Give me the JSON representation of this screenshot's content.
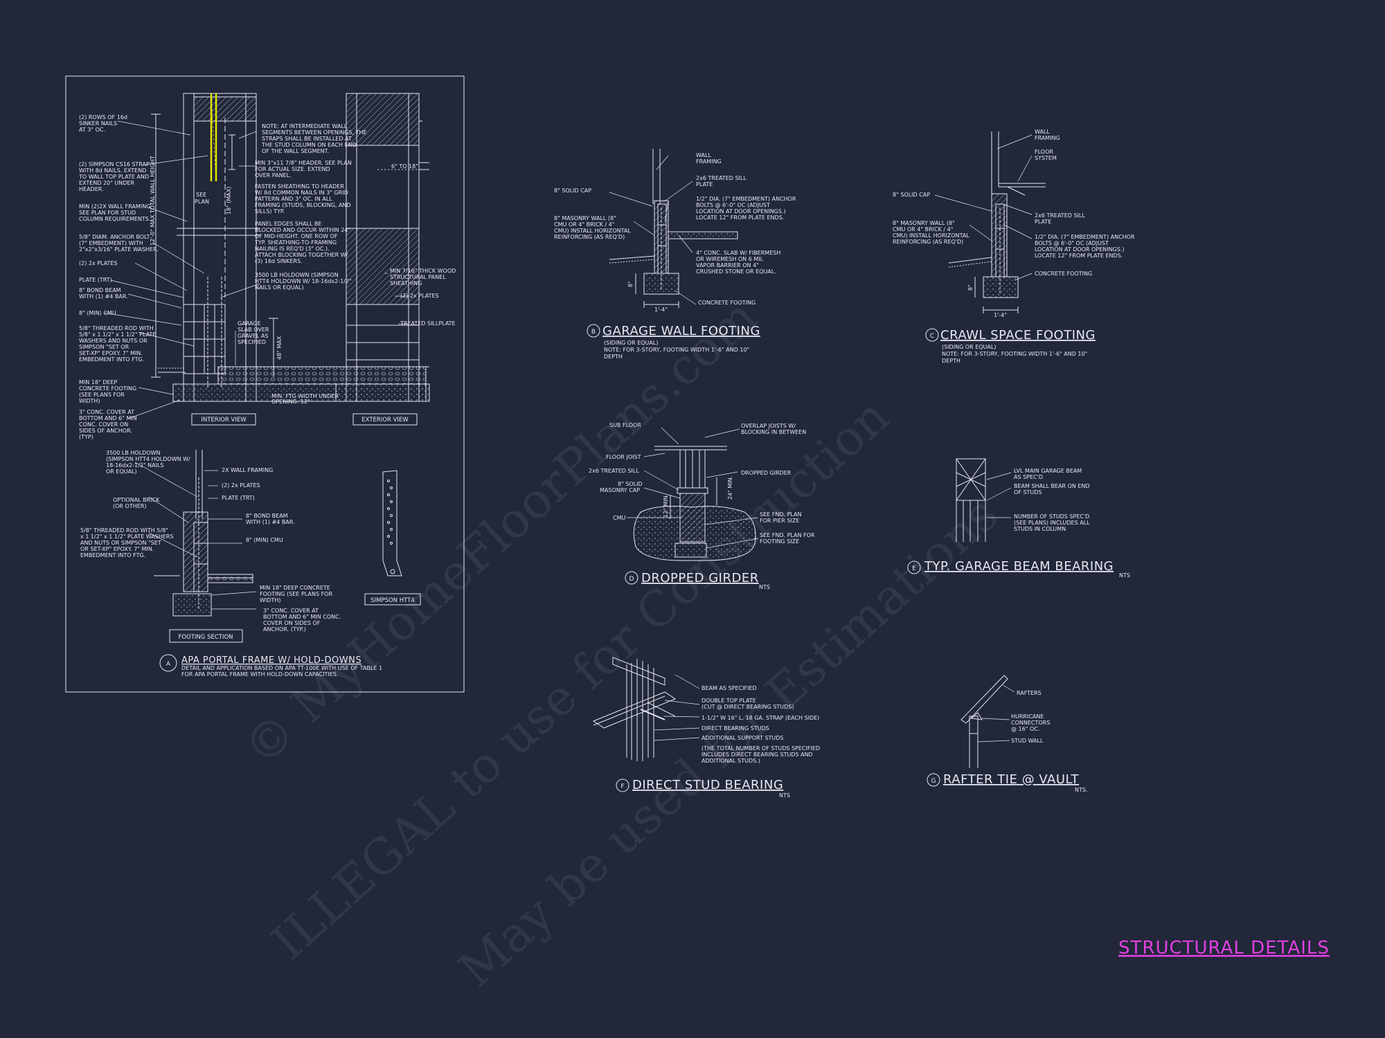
{
  "sheet_title": "STRUCTURAL DETAILS",
  "watermark": [
    "© MyHomeFloorPlans.com",
    "ILLEGAL to use for Construction",
    "May be used for Estimations"
  ],
  "detail_a": {
    "letter": "A",
    "title": "APA PORTAL FRAME W/ HOLD-DOWNS",
    "subtitle": [
      "DETAIL AND APPLICATION BASED ON APA TT-100E WITH USE OF TABLE 1",
      "FOR APA PORTAL FRAME WITH HOLD-DOWN CAPACITIES."
    ],
    "left_notes": [
      [
        "(2) ROWS OF 16d",
        "SINKER NAILS",
        "AT 3\" OC."
      ],
      [
        "(2) SIMPSON CS16 STRAP",
        "WITH 8d NAILS. EXTEND",
        "TO WALL TOP PLATE AND",
        "EXTEND 20\" UNDER",
        "HEADER."
      ],
      [
        "MIN (2)2X WALL FRAMING",
        "SEE PLAN FOR STUD",
        "COLUMN REQUIREMENTS."
      ],
      [
        "5/8\" DIAM. ANCHOR BOLT",
        "(7\" EMBEDMENT) WITH",
        "2\"x2\"x3/16\" PLATE WASHER."
      ],
      [
        "(2) 2x PLATES"
      ],
      [
        "PLATE (TRT)"
      ],
      [
        "8\" BOND BEAM",
        "WITH (1) #4 BAR."
      ],
      [
        "8\" (MIN) CMU"
      ],
      [
        "5/8\" THREADED ROD WITH",
        "5/8\" x 1 1/2\" x 1 1/2\" PLATE",
        "WASHERS AND NUTS OR",
        "SIMPSON \"SET OR",
        "SET-XP\" EPOXY. 7\" MIN.",
        "EMBEDMENT INTO FTG."
      ],
      [
        "MIN 18\" DEEP",
        "CONCRETE FOOTING",
        "(SEE PLANS FOR",
        "WIDTH)"
      ],
      [
        "3\" CONC. COVER AT",
        "BOTTOM AND 6\" MIN",
        "CONC. COVER ON",
        "SIDES OF ANCHOR.",
        "(TYP)"
      ]
    ],
    "mid_notes": [
      [
        "NOTE: AT INTERMEDIATE WALL",
        "SEGMENTS BETWEEN OPENINGS, THE",
        "STRAPS SHALL BE INSTALLED AT",
        "THE STUD COLUMN ON EACH END",
        "OF THE WALL SEGMENT."
      ],
      [
        "MIN 3\"x11 7/8\" HEADER. SEE PLAN",
        "FOR ACTUAL SIZE. EXTEND",
        "OVER PANEL."
      ],
      [
        "FASTEN SHEATHING TO HEADER",
        "W/ 8d COMMON NAILS IN 3\" GRID",
        "PATTERN AND 3\" OC. IN ALL",
        "FRAMING (STUDS, BLOCKING, AND",
        "SILLS) TYP."
      ],
      [
        "PANEL EDGES SHALL BE",
        "BLOCKED AND OCCUR WITHIN 24\"",
        "OF MID-HEIGHT. ONE ROW OF",
        "TYP. SHEATHING-TO-FRAMING",
        "NAILING IS REQ'D (3\" OC.).",
        "ATTACH BLOCKING TOGETHER W/",
        "(3) 16d SINKERS."
      ],
      [
        "3500 LB HOLDOWN (SIMPSON",
        "HTT4 HOLDOWN W/ 18-16dx2-1/2\"",
        "NAILS OR EQUAL)"
      ],
      [
        "GARAGE",
        "SLAB OVER",
        "GRAVEL AS",
        "SPECIFIED"
      ]
    ],
    "see_plan": [
      "SEE",
      "PLAN"
    ],
    "dim_18": "18\" (MAX)",
    "dim_max_height": "12'-0\" MAX TOTAL WALL HEIGHT",
    "dim_48": "48\" MAX",
    "dim_6to18": "6\" TO 18\"",
    "min_ftg": [
      "MIN. FTG WIDTH UNDER",
      "OPENING: 12\""
    ],
    "ext_notes": [
      [
        "MIN 7/16\" THICK WOOD",
        "STRUCTURAL PANEL",
        "SHEATHING"
      ],
      [
        "(2) 2x PLATES"
      ],
      [
        "TREATED SILLPLATE"
      ]
    ],
    "interior_view": "INTERIOR VIEW",
    "exterior_view": "EXTERIOR VIEW",
    "footing_notes_left": [
      [
        "3500 LB HOLDOWN",
        "(SIMPSON HTT4 HOLDOWN W/",
        "18-16dx2-1/2\" NAILS",
        "OR EQUAL)"
      ],
      [
        "OPTIONAL BRICK",
        "(OR OTHER)"
      ],
      [
        "5/8\" THREADED ROD WITH 5/8\"",
        "x 1 1/2\" x 1 1/2\" PLATE WASHERS",
        "AND NUTS OR SIMPSON \"SET",
        "OR SET-XP\" EPOXY. 7\" MIN.",
        "EMBEDMENT INTO FTG."
      ]
    ],
    "footing_notes_right": [
      [
        "2X WALL FRAMING"
      ],
      [
        "(2) 2x PLATES"
      ],
      [
        "PLATE (TRT)"
      ],
      [
        "8\" BOND BEAM",
        "WITH (1) #4 BAR."
      ],
      [
        "8\" (MIN) CMU"
      ],
      [
        "MIN 18\" DEEP CONCRETE",
        "FOOTING (SEE PLANS FOR",
        "WIDTH)"
      ],
      [
        "3\" CONC. COVER AT",
        "BOTTOM AND 6\" MIN CONC.",
        "COVER ON SIDES OF",
        "ANCHOR. (TYP.)"
      ]
    ],
    "footing_section": "FOOTING SECTION",
    "simpson": "SIMPSON HTT4"
  },
  "detail_b": {
    "letter": "B",
    "title": "GARAGE WALL FOOTING",
    "subtitle": [
      "(SIDING OR EQUAL)",
      "NOTE: FOR 3-STORY, FOOTING WIDTH 1'-6\" AND 10\"",
      "DEPTH"
    ],
    "notes_left": [
      [
        "8\" SOLID CAP"
      ],
      [
        "8\" MASONRY WALL (8\"",
        "CMU OR 4\" BRICK / 4\"",
        "CMU) INSTALL HORIZONTAL",
        "REINFORCING (AS REQ'D)"
      ]
    ],
    "notes_right": [
      [
        "WALL",
        "FRAMING"
      ],
      [
        "2x6 TREATED SILL",
        "PLATE"
      ],
      [
        "1/2\" DIA. (7\" EMBEDMENT) ANCHOR",
        "BOLTS @ 6'-0\" OC (ADJUST",
        "LOCATION AT DOOR OPENINGS.)",
        "LOCATE 12\" FROM PLATE ENDS."
      ],
      [
        "4\" CONC. SLAB W/ FIBERMESH",
        "OR WIREMESH ON 6 MIL",
        "VAPOR BARRIER ON 4\"",
        "CRUSHED STONE OR EQUAL."
      ],
      [
        "CONCRETE FOOTING"
      ]
    ],
    "dim_w": "1'-4\"",
    "dim_h": "8\""
  },
  "detail_c": {
    "letter": "C",
    "title": "CRAWL SPACE FOOTING",
    "subtitle": [
      "(SIDING OR EQUAL)",
      "NOTE: FOR 3-STORY, FOOTING WIDTH 1'-6\" AND 10\"",
      "DEPTH"
    ],
    "notes_left": [
      [
        "8\" SOLID CAP"
      ],
      [
        "8\" MASONRY WALL (8\"",
        "CMU OR 4\" BRICK / 4\"",
        "CMU) INSTALL HORIZONTAL",
        "REINFORCING (AS REQ'D)"
      ]
    ],
    "notes_right": [
      [
        "WALL",
        "FRAMING"
      ],
      [
        "FLOOR",
        "SYSTEM"
      ],
      [
        "2x6 TREATED SILL",
        "PLATE"
      ],
      [
        "1/2\" DIA. (7\" EMBEDMENT) ANCHOR",
        "BOLTS @ 6'-0\" OC (ADJUST",
        "LOCATION AT DOOR OPENINGS.)",
        "LOCATE 12\" FROM PLATE ENDS."
      ],
      [
        "CONCRETE FOOTING"
      ]
    ],
    "dim_w": "1'-4\"",
    "dim_h": "8\""
  },
  "detail_d": {
    "letter": "D",
    "title": "DROPPED GIRDER",
    "scale": "NTS",
    "notes_left": [
      [
        "SUB FLOOR"
      ],
      [
        "FLOOR JOIST"
      ],
      [
        "2x6 TREATED SILL"
      ],
      [
        "8\" SOLID",
        "MASONRY CAP"
      ],
      [
        "CMU"
      ]
    ],
    "notes_right": [
      [
        "OVERLAP JOISTS W/",
        "BLOCKING IN BETWEEN"
      ],
      [
        "DROPPED GIRDER"
      ],
      [
        "SEE FND. PLAN",
        "FOR PIER SIZE"
      ],
      [
        "SEE FND. PLAN FOR",
        "FOOTING SIZE"
      ]
    ],
    "dim_24": "24\" MIN.",
    "dim_12": "12\" MIN."
  },
  "detail_e": {
    "letter": "E",
    "title": "TYP. GARAGE BEAM BEARING",
    "scale": "NTS",
    "notes": [
      [
        "LVL MAIN GARAGE BEAM",
        "AS SPEC'D"
      ],
      [
        "BEAM SHALL BEAR ON END",
        "OF STUDS"
      ],
      [
        "NUMBER OF STUDS SPEC'D",
        "(SEE PLANS) INCLUDES ALL",
        "STUDS IN COLUMN"
      ]
    ]
  },
  "detail_f": {
    "letter": "F",
    "title": "DIRECT STUD BEARING",
    "scale": "NTS",
    "notes": [
      [
        "BEAM AS SPECIFIED"
      ],
      [
        "DOUBLE TOP PLATE",
        "(CUT @ DIRECT BEARING STUDS)"
      ],
      [
        "1-1/2\" W 16\" L. 18 GA. STRAP (EACH SIDE)"
      ],
      [
        "DIRECT BEARING STUDS"
      ],
      [
        "ADDITIONAL SUPPORT STUDS"
      ],
      [
        "(THE TOTAL NUMBER OF STUDS SPECIFIED",
        "INCLUDES DIRECT BEARING STUDS AND",
        "ADDITIONAL STUDS.)"
      ]
    ]
  },
  "detail_g": {
    "letter": "G",
    "title": "RAFTER TIE @ VAULT",
    "scale": "NTS.",
    "notes": [
      [
        "RAFTERS"
      ],
      [
        "HURRICANE",
        "CONNECTORS",
        "@ 16\" OC."
      ],
      [
        "STUD WALL"
      ]
    ]
  },
  "colors": {
    "background": "#22273a",
    "linework": "#e6e9f0",
    "highlight": "#e6e600",
    "sheet_title": "#e040e0"
  }
}
